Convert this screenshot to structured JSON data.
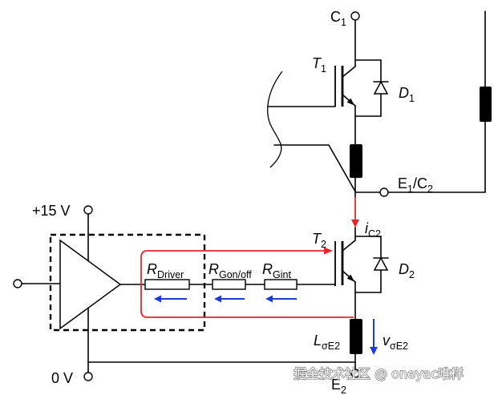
{
  "labels": {
    "c1": {
      "main": "C",
      "sub": "1"
    },
    "t1": {
      "main": "T",
      "sub": "1"
    },
    "d1": {
      "main": "D",
      "sub": "1"
    },
    "e1c2": {
      "main1": "E",
      "sub1": "1",
      "sep": "/C",
      "sub2": "2"
    },
    "ic2": {
      "main": "i",
      "sub": "C2"
    },
    "t2": {
      "main": "T",
      "sub": "2"
    },
    "d2": {
      "main": "D",
      "sub": "2"
    },
    "r_driver": {
      "main": "R",
      "sub": "Driver"
    },
    "r_gonoff": {
      "main": "R",
      "sub": "Gon/off"
    },
    "r_gint": {
      "main": "R",
      "sub": "Gint"
    },
    "l_se2": {
      "main": "L",
      "sub": "σE2"
    },
    "v_se2": {
      "main": "v",
      "sub": "σE2"
    },
    "e2": {
      "main": "E",
      "sub": "2"
    },
    "supply": "+15 V",
    "ground": "0 V"
  },
  "watermark": "掘金技术社区 @ oneyac唯样",
  "colors": {
    "wire": "#000000",
    "current_loop": "#e3262c",
    "voltage_arrows": "#1f3bd6"
  }
}
